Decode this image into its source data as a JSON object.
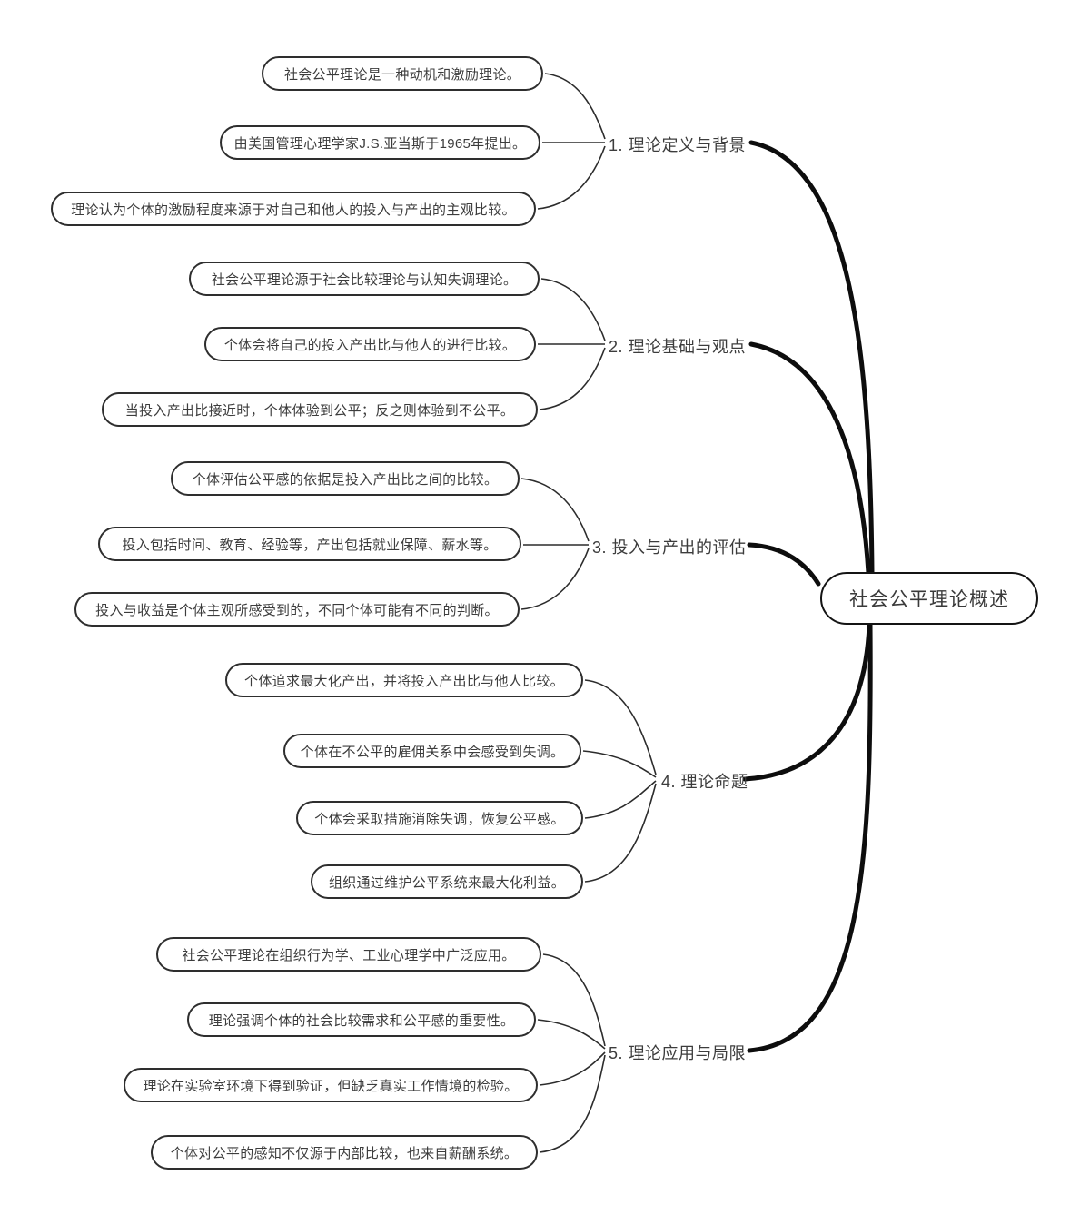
{
  "root": {
    "label": "社会公平理论概述"
  },
  "branches": [
    {
      "label": "1. 理论定义与背景",
      "children": [
        {
          "text": "社会公平理论是一种动机和激励理论。"
        },
        {
          "text": "由美国管理心理学家J.S.亚当斯于1965年提出。"
        },
        {
          "text": "理论认为个体的激励程度来源于对自己和他人的投入与产出的主观比较。"
        }
      ]
    },
    {
      "label": "2. 理论基础与观点",
      "children": [
        {
          "text": "社会公平理论源于社会比较理论与认知失调理论。"
        },
        {
          "text": "个体会将自己的投入产出比与他人的进行比较。"
        },
        {
          "text": "当投入产出比接近时，个体体验到公平；反之则体验到不公平。"
        }
      ]
    },
    {
      "label": "3. 投入与产出的评估",
      "children": [
        {
          "text": "个体评估公平感的依据是投入产出比之间的比较。"
        },
        {
          "text": "投入包括时间、教育、经验等，产出包括就业保障、薪水等。"
        },
        {
          "text": "投入与收益是个体主观所感受到的，不同个体可能有不同的判断。"
        }
      ]
    },
    {
      "label": "4. 理论命题",
      "children": [
        {
          "text": "个体追求最大化产出，并将投入产出比与他人比较。"
        },
        {
          "text": "个体在不公平的雇佣关系中会感受到失调。"
        },
        {
          "text": "个体会采取措施消除失调，恢复公平感。"
        },
        {
          "text": "组织通过维护公平系统来最大化利益。"
        }
      ]
    },
    {
      "label": "5. 理论应用与局限",
      "children": [
        {
          "text": "社会公平理论在组织行为学、工业心理学中广泛应用。"
        },
        {
          "text": "理论强调个体的社会比较需求和公平感的重要性。"
        },
        {
          "text": "理论在实验室环境下得到验证，但缺乏真实工作情境的检验。"
        },
        {
          "text": "个体对公平的感知不仅源于内部比较，也来自薪酬系统。"
        }
      ]
    }
  ],
  "colors": {
    "background": "#ffffff",
    "line_thin": "#2c2c2c",
    "line_thick": "#0d0d0d",
    "node_border": "#2e2e2e",
    "text": "#3c3c3c"
  }
}
